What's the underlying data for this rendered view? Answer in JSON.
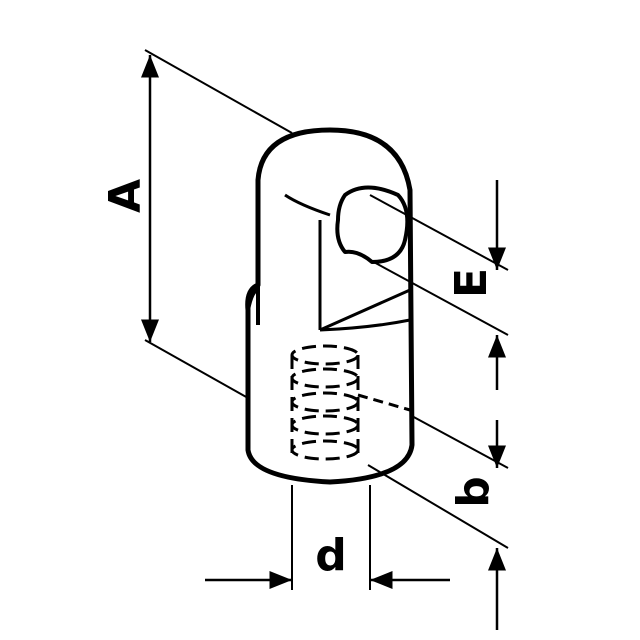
{
  "diagram": {
    "labels": {
      "A": "A",
      "E": "E",
      "b": "b",
      "d": "d"
    },
    "colors": {
      "line": "#000000",
      "background": "#ffffff"
    }
  }
}
